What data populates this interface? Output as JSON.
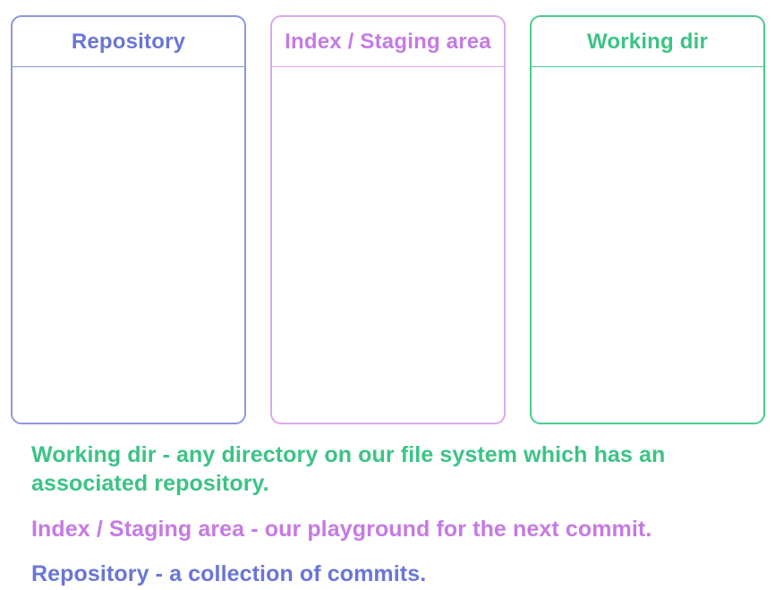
{
  "colors": {
    "background": "#ffffff",
    "indigo_text": "#6a76d5",
    "indigo_border": "#8f96e0",
    "purple_text": "#c67ae4",
    "purple_border": "#daa9ee",
    "green_text": "#3bc386",
    "green_border": "#4bcb90"
  },
  "panels": [
    {
      "title": "Repository",
      "color": "indigo"
    },
    {
      "title": "Index / Staging area",
      "color": "purple"
    },
    {
      "title": "Working dir",
      "color": "green"
    }
  ],
  "descriptions": [
    {
      "text": "Working dir - any directory on our file system which has an associated repository.",
      "color": "green"
    },
    {
      "text": "Index / Staging area - our playground for the next commit.",
      "color": "purple"
    },
    {
      "text": "Repository - a collection of commits.",
      "color": "indigo"
    }
  ]
}
